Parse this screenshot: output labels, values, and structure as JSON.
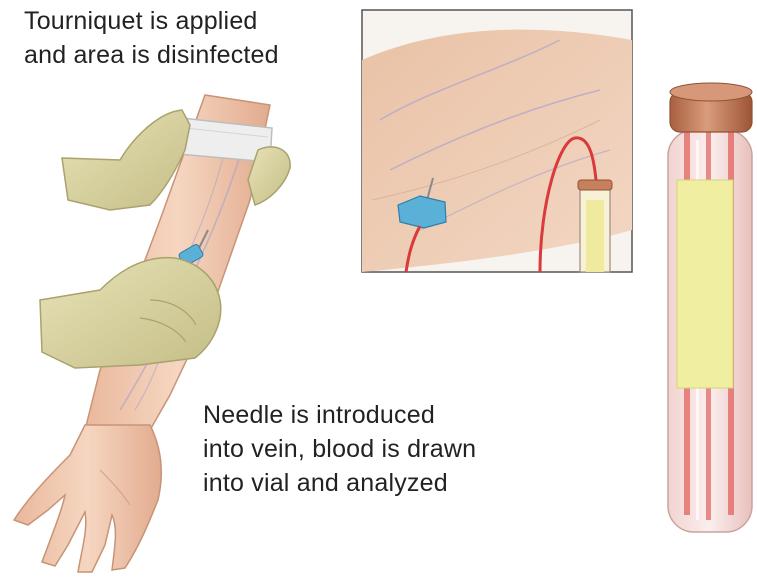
{
  "captions": {
    "step1": [
      "Tourniquet is applied",
      "and area is disinfected"
    ],
    "step2": [
      "Needle is introduced",
      "into vein, blood is drawn",
      "into vial and analyzed"
    ]
  },
  "colors": {
    "skin": "#f2cdb4",
    "skin_shadow": "#d8a486",
    "glove": "#dcd7a6",
    "tourniquet": "#e6e6e6",
    "blood": "#d93a3a",
    "needle_hub": "#5bb0d8",
    "vial_cap": "#c8805c",
    "vial_label": "#f0eea0",
    "inset_border": "#555555"
  },
  "icons": [
    "arm-illustration",
    "gloved-hand",
    "tourniquet-band",
    "butterfly-needle",
    "blood-vial"
  ]
}
